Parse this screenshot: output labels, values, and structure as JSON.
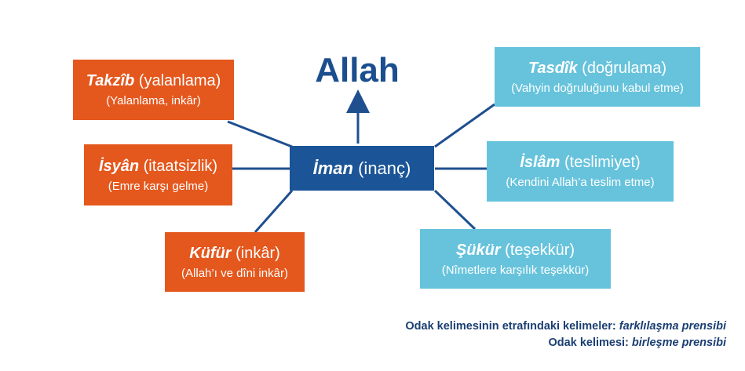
{
  "colors": {
    "negative": "#e4571d",
    "positive": "#67c3dc",
    "center": "#1b5497",
    "link": "#1f4f8f",
    "heading": "#1b4e8e"
  },
  "top": {
    "label": "Allah"
  },
  "center": {
    "term": "İman",
    "meaning": "(inanç)"
  },
  "left_nodes": [
    {
      "term": "Takzîb",
      "meaning": "(yalanlama)",
      "desc": "(Yalanlama, inkâr)"
    },
    {
      "term": "İsyân",
      "meaning": "(itaatsizlik)",
      "desc": "(Emre karşı gelme)"
    },
    {
      "term": "Küfür",
      "meaning": "(inkâr)",
      "desc": "(Allah’ı ve dîni inkâr)"
    }
  ],
  "right_nodes": [
    {
      "term": "Tasdîk",
      "meaning": "(doğrulama)",
      "desc": "(Vahyin doğruluğunu kabul etme)"
    },
    {
      "term": "İslâm",
      "meaning": "(teslimiyet)",
      "desc": "(Kendini Allah’a teslim etme)"
    },
    {
      "term": "Şükür",
      "meaning": "(teşekkür)",
      "desc": "(Nîmetlere karşılık teşekkür)"
    }
  ],
  "footer": {
    "line1_text": "Odak kelimesinin etrafındaki kelimeler:",
    "line1_emph": "farklılaşma prensibi",
    "line2_text": "Odak kelimesi:",
    "line2_emph": "birleşme prensibi"
  }
}
